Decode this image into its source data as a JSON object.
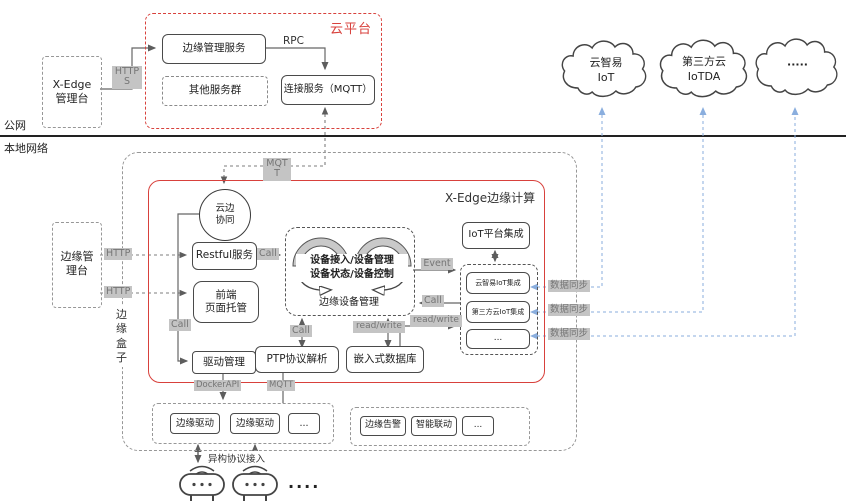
{
  "colors": {
    "red_accent": "#d8413c",
    "label_gray_bg": "#c4c4c4",
    "label_gray_text": "#757575",
    "sync_blue": "#8aaede"
  },
  "zones": {
    "public": "公网",
    "local": "本地网络"
  },
  "console_public": {
    "line1": "X-Edge",
    "line2": "管理台"
  },
  "cloud_platform": {
    "title": "云平台",
    "edge_mgmt_service": "边缘管理服务",
    "rpc": "RPC",
    "other_services": "其他服务群",
    "connect_service": "连接服务（MQTT）"
  },
  "clouds": [
    {
      "line1": "云智易",
      "line2": "IoT"
    },
    {
      "line1": "第三方云",
      "line2": "IoTDA"
    },
    {
      "line1": "·····",
      "line2": ""
    }
  ],
  "labels": {
    "https": "HTTPS",
    "mqtt_top": "MQTT",
    "http1": "HTTP",
    "http2": "HTTP",
    "call_restful": "Call",
    "call_left": "Call",
    "call_mid": "Call",
    "call_right": "Call",
    "event": "Event",
    "readwrite1": "read/write",
    "readwrite2": "read/write",
    "docker_api": "DockerAPI",
    "mqtt_bottom": "MQTT",
    "data_sync1": "数据同步",
    "data_sync2": "数据同步",
    "data_sync3": "数据同步",
    "hetero": "异构协议接入"
  },
  "edge_box": {
    "vertical_label": "边缘盒子",
    "title": "X-Edge边缘计算",
    "console": {
      "line1": "边缘管",
      "line2": "理台"
    },
    "cloud_edge": {
      "line1": "云边",
      "line2": "协同"
    },
    "restful": "Restful服务",
    "frontend": {
      "line1": "前端",
      "line2": "页面托管"
    },
    "driver_mgmt": "驱动管理",
    "device_mgmt": {
      "line1": "设备接入/设备管理",
      "line2": "设备状态/设备控制",
      "caption": "边缘设备管理"
    },
    "iot_platform": "IoT平台集成",
    "integrations": [
      "云智易IoT集成",
      "第三方云IoT集成",
      "..."
    ],
    "ptp": "PTP协议解析",
    "database": "嵌入式数据库",
    "drivers": [
      "边缘驱动",
      "边缘驱动",
      "..."
    ],
    "services": [
      "边缘告警",
      "智能联动",
      "..."
    ],
    "device_dots": "····"
  }
}
